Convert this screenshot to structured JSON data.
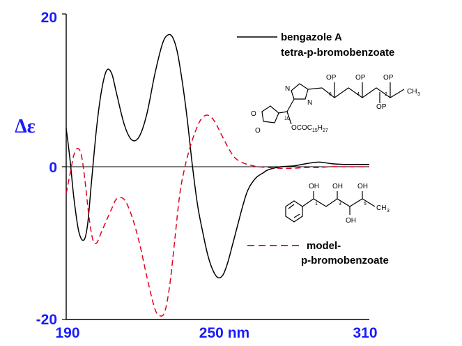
{
  "chart_data": {
    "type": "line",
    "title": "",
    "xlabel": "nm",
    "ylabel": "Δε",
    "xlim": [
      190,
      310
    ],
    "ylim": [
      -20,
      20
    ],
    "x_ticks": [
      "190",
      "250",
      "310"
    ],
    "x_unit": "nm",
    "y_ticks": [
      "20",
      "0",
      "-20"
    ],
    "grid": false,
    "zero_line": true,
    "legend_position": "right",
    "series": [
      {
        "name": "bengazole A tetra-p-bromobenzoate",
        "color": "#000000",
        "dash": "solid",
        "x": [
          190,
          191.5,
          193,
          195,
          197,
          198.5,
          200,
          202,
          204,
          206,
          208,
          210,
          213,
          216,
          219,
          222,
          225,
          228,
          230,
          232,
          234,
          236,
          238,
          240,
          242,
          244,
          246,
          248,
          250,
          252,
          254,
          256,
          258,
          260,
          262,
          265,
          268,
          270,
          275,
          280,
          285,
          290,
          295,
          300,
          305,
          310
        ],
        "y": [
          5,
          1,
          -4,
          -8.5,
          -9.6,
          -7.5,
          -2,
          5,
          10,
          12.6,
          12.2,
          9.5,
          5.5,
          3.5,
          4,
          7,
          12,
          16,
          17.2,
          17,
          15,
          11,
          6,
          0,
          -5,
          -8.5,
          -11.5,
          -13.5,
          -14.5,
          -14.2,
          -12.5,
          -10,
          -7.5,
          -5,
          -3,
          -1.5,
          -0.8,
          -0.4,
          0,
          0.1,
          0.4,
          0.6,
          0.4,
          0.3,
          0.3,
          0.3
        ]
      },
      {
        "name": "model-p-bromobenzoate",
        "color": "#e0001b",
        "dash": "dashed",
        "x": [
          190,
          191.5,
          193,
          194.5,
          196,
          197.5,
          199,
          200.5,
          202,
          204,
          206,
          208,
          210,
          213,
          216,
          219,
          222,
          225,
          227,
          229,
          231,
          233,
          235,
          237,
          239,
          241,
          243,
          245,
          247,
          249,
          251,
          253,
          255,
          257,
          260,
          263,
          266,
          270,
          275,
          280,
          285,
          290,
          295,
          300,
          305,
          310
        ],
        "y": [
          -3.5,
          -1,
          1.5,
          2.4,
          1.5,
          -2,
          -6.5,
          -9.5,
          -10,
          -8.5,
          -7,
          -5.5,
          -4.2,
          -4.3,
          -6.5,
          -10,
          -14.5,
          -18.5,
          -19.5,
          -19,
          -15.5,
          -9.5,
          -3.5,
          0,
          2.5,
          4.5,
          6,
          6.7,
          6.6,
          5.8,
          4.5,
          3.2,
          2,
          1.1,
          0.5,
          0.2,
          0,
          -0.1,
          -0.2,
          -0.2,
          -0.1,
          -0.1,
          0,
          0,
          0,
          0
        ]
      }
    ],
    "annotations": {
      "legend_solid": [
        "bengazole A",
        "tetra-p-bromobenzoate"
      ],
      "legend_dashed": [
        "model-",
        "p-bromobenzoate"
      ],
      "structure_top": {
        "substituents": [
          "OP",
          "OP",
          "OP",
          "OP",
          "OCOC",
          "15",
          "H",
          "27",
          "CH",
          "3",
          "N",
          "O",
          "O",
          "N"
        ],
        "locants": [
          "6",
          "4",
          "2",
          "10"
        ]
      },
      "structure_bottom": {
        "substituents": [
          "OH",
          "OH",
          "OH",
          "OH",
          "CH",
          "3"
        ],
        "locants": [
          "1",
          "3",
          "5"
        ]
      }
    }
  }
}
